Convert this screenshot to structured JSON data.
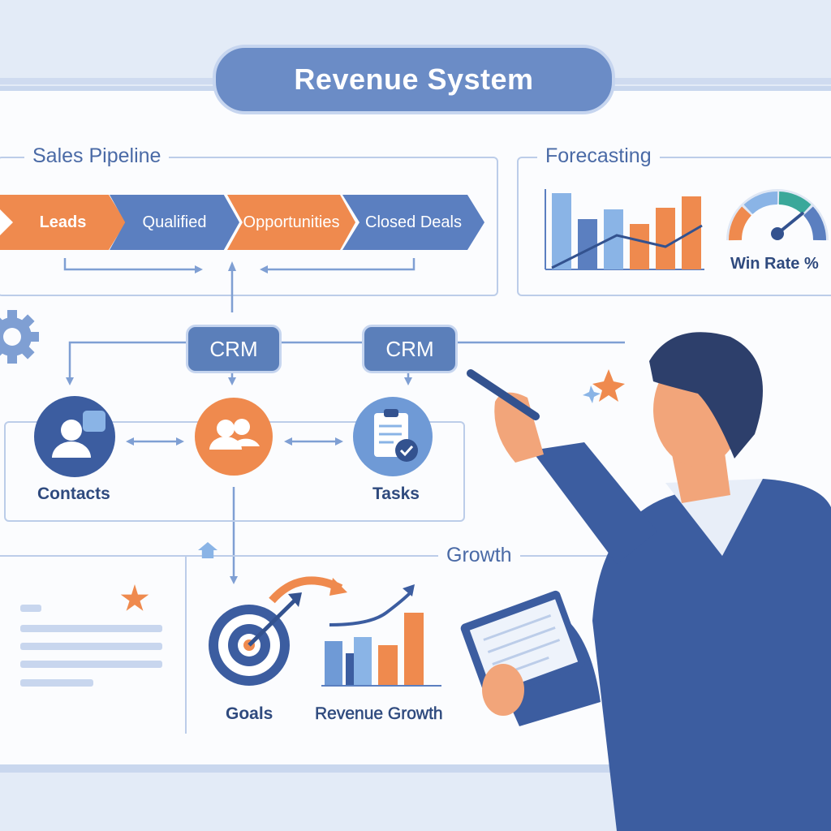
{
  "title": "Revenue System",
  "pipeline": {
    "label": "Sales Pipeline",
    "stages": [
      {
        "label": "Leads",
        "color": "#ef8a4e"
      },
      {
        "label": "Qualified",
        "color": "#5b7fc0"
      },
      {
        "label": "Opportunities",
        "color": "#ef8a4e"
      },
      {
        "label": "Closed Deals",
        "color": "#5b7fc0"
      }
    ]
  },
  "forecasting": {
    "label": "Forecasting",
    "gauge_label": "Win Rate %"
  },
  "crm": {
    "left": "CRM",
    "right": "CRM"
  },
  "nodes": {
    "contacts": "Contacts",
    "tasks": "Tasks"
  },
  "growth": {
    "label": "Growth",
    "goals": "Goals",
    "revenue_growth": "Revenue Growth"
  },
  "colors": {
    "primary": "#5b7fc0",
    "accent": "#ef8a4e",
    "dark": "#33528f",
    "light": "#8ab4e6"
  }
}
